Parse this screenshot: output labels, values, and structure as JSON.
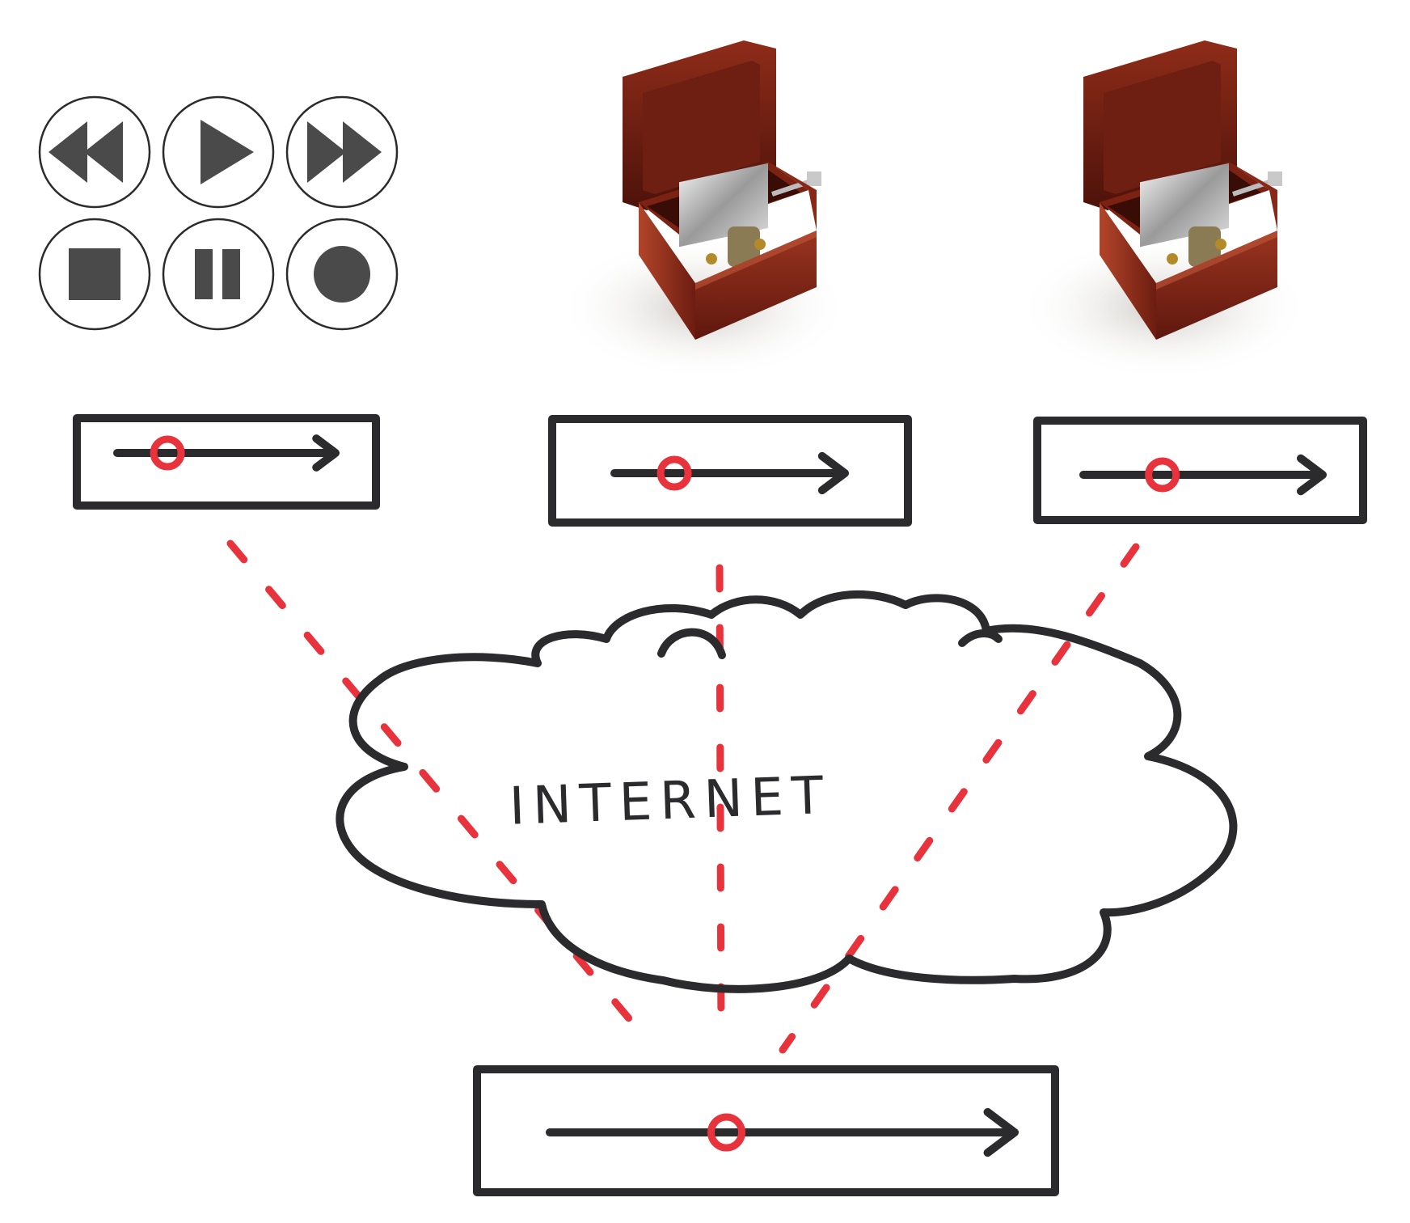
{
  "cloud": {
    "label": "INTERNET"
  },
  "controls": [
    {
      "name": "rewind-icon"
    },
    {
      "name": "play-icon"
    },
    {
      "name": "fast-forward-icon"
    },
    {
      "name": "stop-icon"
    },
    {
      "name": "pause-icon"
    },
    {
      "name": "record-icon"
    }
  ],
  "music_boxes": [
    {
      "name": "music-box-image-1"
    },
    {
      "name": "music-box-image-2"
    }
  ],
  "timelines": [
    {
      "name": "timeline-top-left",
      "position": 0.23
    },
    {
      "name": "timeline-top-center",
      "position": 0.26
    },
    {
      "name": "timeline-top-right",
      "position": 0.33
    },
    {
      "name": "timeline-bottom",
      "position": 0.38
    }
  ],
  "colors": {
    "ink": "#2b2b2d",
    "marker": "#e8323c",
    "control_glyph": "#4a4a4a",
    "box_wood": "#7a1f12",
    "box_wood_light": "#a33a22",
    "box_metal": "#b9b9b9"
  }
}
